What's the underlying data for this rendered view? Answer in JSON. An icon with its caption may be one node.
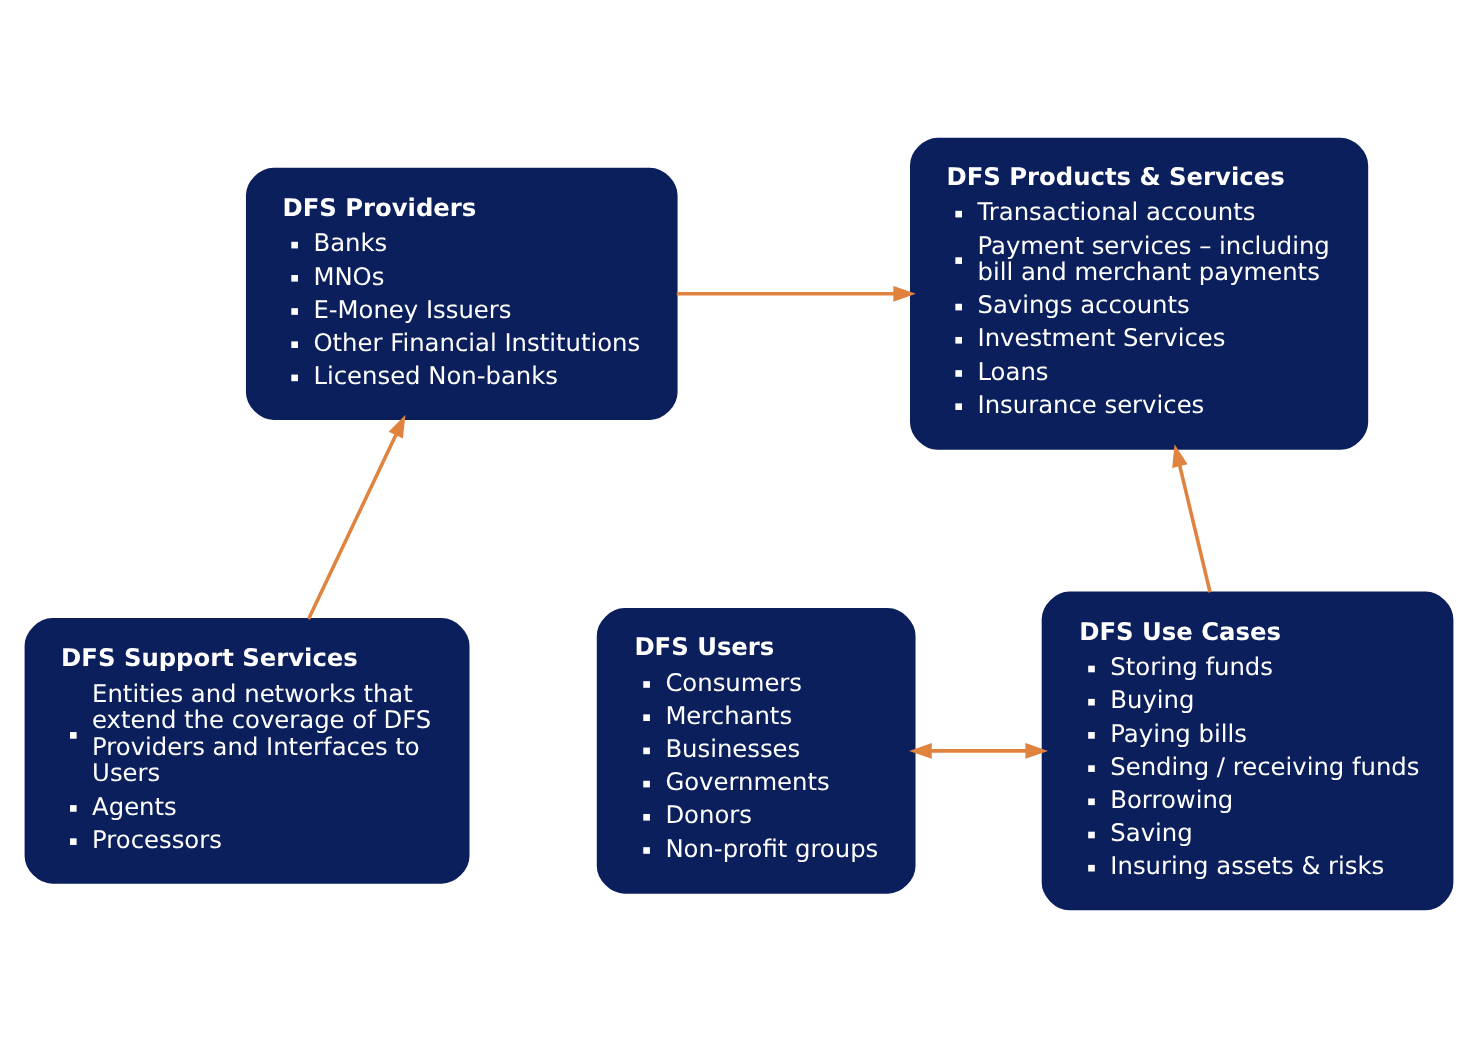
{
  "diagram": {
    "nodes": [
      {
        "text": [
          "DFS Providers",
          "Banks",
          "MNOs",
          "E-Money Issuers",
          "Other Financial Institutions",
          "Licensed Non-banks"
        ]
      },
      {
        "text": [
          "DFS Products & Services",
          "Transactional accounts",
          "Payment services – including bill and merchant payments",
          "Savings accounts",
          "Investment Services",
          "Loans",
          "Insurance services"
        ]
      },
      {
        "text": [
          "DFS Users",
          "Consumers",
          "Merchants",
          "Businesses",
          "Governments",
          "Donors",
          "Non-profit groups"
        ]
      },
      {
        "text": [
          "DFS Support Services",
          "Entities and networks that extend the coverage of DFS Providers and Interfaces to Users",
          "Agents",
          "Processors"
        ]
      },
      {
        "text": [
          "DFS Use Cases",
          "Storing funds",
          "Buying",
          "Paying bills",
          "Sending / receiving funds",
          "Borrowing",
          "Saving",
          "Insuring assets & risks"
        ]
      }
    ],
    "edges": [
      {
        "from": 0,
        "to": 1,
        "arrow": "to"
      },
      {
        "from": 3,
        "to": 0,
        "arrow": "to"
      },
      {
        "from": 4,
        "to": 1,
        "arrow": "to"
      },
      {
        "from": 2,
        "to": 4,
        "arrow": "both"
      }
    ]
  }
}
